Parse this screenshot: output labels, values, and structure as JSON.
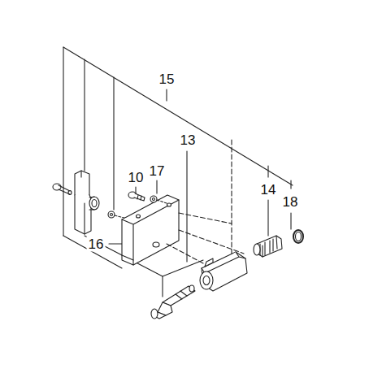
{
  "diagram": {
    "labels": [
      "15",
      "13",
      "10",
      "17",
      "14",
      "18",
      "16"
    ]
  }
}
